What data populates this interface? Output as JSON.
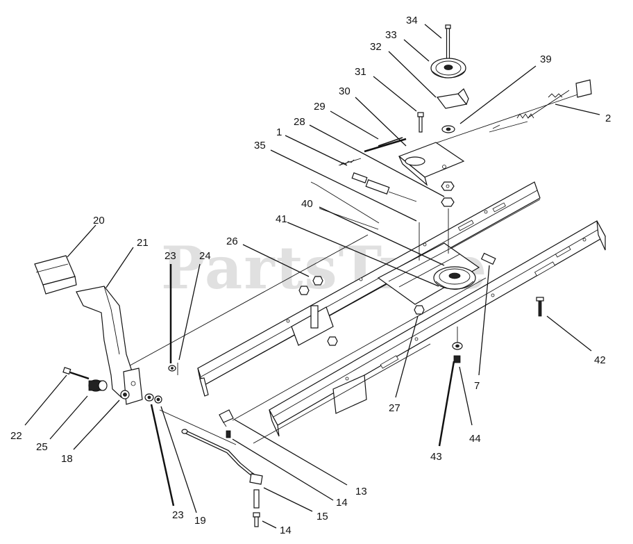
{
  "watermark": "PartsTree",
  "callouts": [
    {
      "id": "c34",
      "label": "34"
    },
    {
      "id": "c33",
      "label": "33"
    },
    {
      "id": "c32",
      "label": "32"
    },
    {
      "id": "c39",
      "label": "39"
    },
    {
      "id": "c31",
      "label": "31"
    },
    {
      "id": "c30",
      "label": "30"
    },
    {
      "id": "c29",
      "label": "29"
    },
    {
      "id": "c2",
      "label": "2"
    },
    {
      "id": "c1",
      "label": "1"
    },
    {
      "id": "c28",
      "label": "28"
    },
    {
      "id": "c35",
      "label": "35"
    },
    {
      "id": "c40",
      "label": "40"
    },
    {
      "id": "c41",
      "label": "41"
    },
    {
      "id": "c20",
      "label": "20"
    },
    {
      "id": "c21",
      "label": "21"
    },
    {
      "id": "c26",
      "label": "26"
    },
    {
      "id": "c23a",
      "label": "23"
    },
    {
      "id": "c24",
      "label": "24"
    },
    {
      "id": "c42",
      "label": "42"
    },
    {
      "id": "c7",
      "label": "7"
    },
    {
      "id": "c27",
      "label": "27"
    },
    {
      "id": "c22",
      "label": "22"
    },
    {
      "id": "c25",
      "label": "25"
    },
    {
      "id": "c18",
      "label": "18"
    },
    {
      "id": "c43",
      "label": "43"
    },
    {
      "id": "c44",
      "label": "44"
    },
    {
      "id": "c13",
      "label": "13"
    },
    {
      "id": "c14a",
      "label": "14"
    },
    {
      "id": "c23b",
      "label": "23"
    },
    {
      "id": "c19",
      "label": "19"
    },
    {
      "id": "c15",
      "label": "15"
    },
    {
      "id": "c14b",
      "label": "14"
    }
  ]
}
